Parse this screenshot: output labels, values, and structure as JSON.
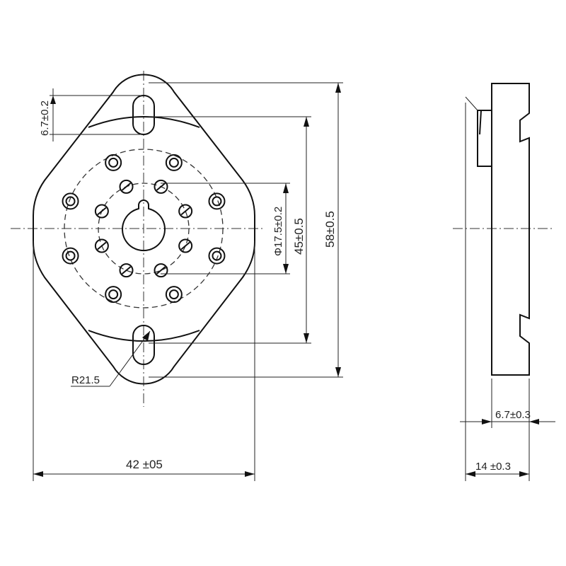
{
  "drawing": {
    "front_view": {
      "slot_width": "6.7±0.2",
      "pin_circle_diameter": "Φ17.5±0.2",
      "slot_spacing": "45±0.5",
      "overall_height": "58±0.5",
      "lobe_radius": "R21.5",
      "overall_width": "42 ±05"
    },
    "side_view": {
      "plate_thickness": "6.7±0.3",
      "overall_depth": "14 ±0.3"
    },
    "colors": {
      "line": "#111111",
      "background": "#ffffff"
    }
  }
}
